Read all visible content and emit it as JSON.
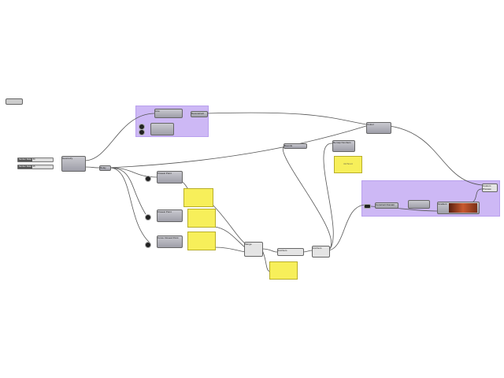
{
  "canvas": {
    "group_color": "#cdb8f5",
    "panel_color": "#f7ef5a",
    "wire_color": "#555555"
  },
  "sliders": [
    {
      "name": "Number Slider",
      "value": "50"
    },
    {
      "name": "Number Slider",
      "value": "25"
    }
  ],
  "components": [
    {
      "id": "c1",
      "label": "Geometry"
    },
    {
      "id": "c2",
      "label": "Relay"
    },
    {
      "id": "c3",
      "label": "Closest Point"
    },
    {
      "id": "c4",
      "label": "Closest Point"
    },
    {
      "id": "c5",
      "label": "Curve Closest Point"
    },
    {
      "id": "c6",
      "label": "Merge"
    },
    {
      "id": "c7",
      "label": "List Item"
    },
    {
      "id": "c8",
      "label": "List Item"
    },
    {
      "id": "c9",
      "label": "Bounds"
    },
    {
      "id": "c10",
      "label": "Remap Numbers"
    },
    {
      "id": "c11",
      "label": "Gradient"
    },
    {
      "id": "c12",
      "label": "Custom Preview"
    },
    {
      "id": "c13",
      "label": "Line"
    },
    {
      "id": "c14",
      "label": "Deconstruct"
    },
    {
      "id": "c15",
      "label": "Construct Domain"
    },
    {
      "id": "c16",
      "label": "Colour"
    }
  ],
  "panel_text": "0.0 To 1.0"
}
